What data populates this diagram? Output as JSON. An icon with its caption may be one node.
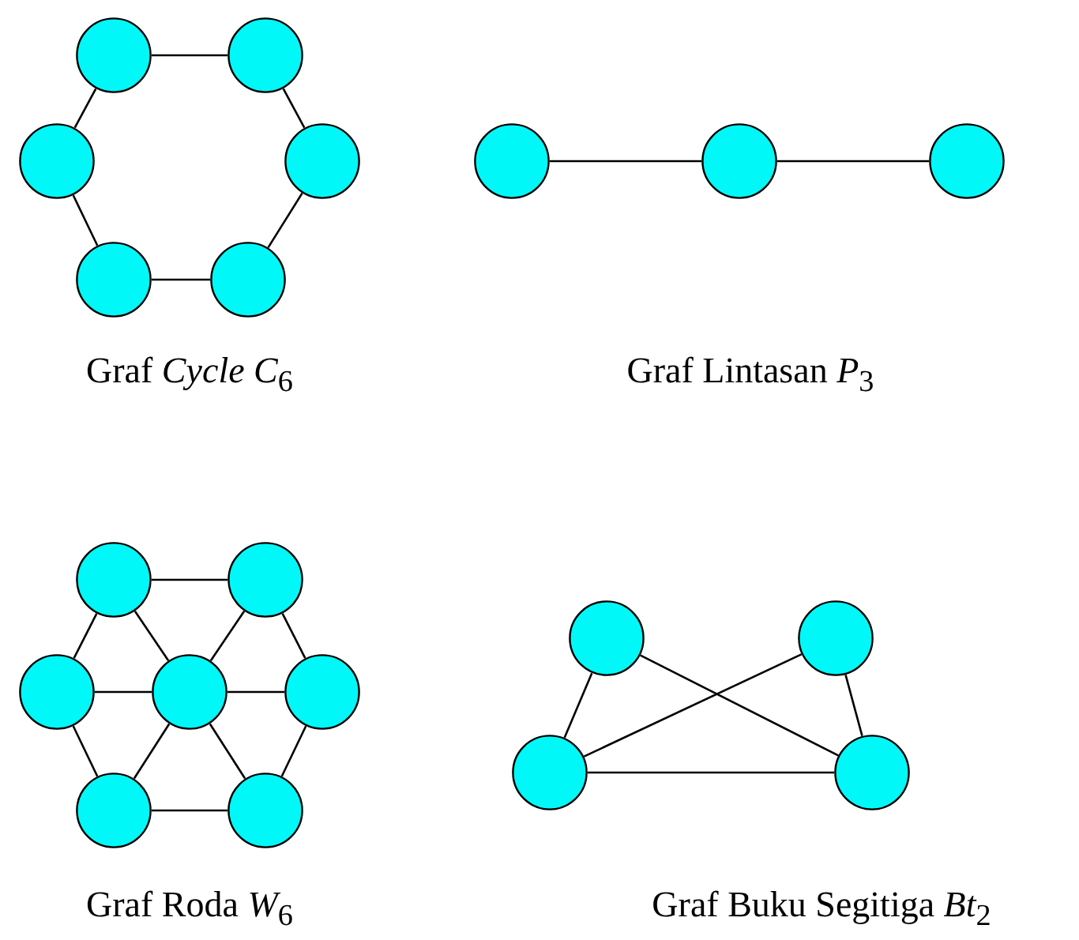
{
  "diagram": {
    "nodes": [
      {
        "text": [],
        "shape": "circle"
      },
      {
        "text": [],
        "shape": "circle"
      },
      {
        "text": [],
        "shape": "circle"
      },
      {
        "text": [],
        "shape": "circle"
      },
      {
        "text": [],
        "shape": "circle"
      },
      {
        "text": [],
        "shape": "circle"
      },
      {
        "text": [],
        "shape": "circle"
      },
      {
        "text": [],
        "shape": "circle"
      },
      {
        "text": [],
        "shape": "circle"
      },
      {
        "text": [],
        "shape": "circle"
      },
      {
        "text": [],
        "shape": "circle"
      },
      {
        "text": [],
        "shape": "circle"
      },
      {
        "text": [],
        "shape": "circle"
      },
      {
        "text": [],
        "shape": "circle"
      },
      {
        "text": [],
        "shape": "circle"
      },
      {
        "text": [],
        "shape": "circle"
      },
      {
        "text": [],
        "shape": "circle"
      },
      {
        "text": [],
        "shape": "circle"
      },
      {
        "text": [],
        "shape": "circle"
      },
      {
        "text": [],
        "shape": "circle"
      }
    ],
    "edges": [
      {
        "from": 0,
        "to": 1,
        "arrow": "none"
      },
      {
        "from": 1,
        "to": 3,
        "arrow": "none"
      },
      {
        "from": 3,
        "to": 5,
        "arrow": "none"
      },
      {
        "from": 5,
        "to": 4,
        "arrow": "none"
      },
      {
        "from": 4,
        "to": 2,
        "arrow": "none"
      },
      {
        "from": 2,
        "to": 0,
        "arrow": "none"
      },
      {
        "from": 6,
        "to": 7,
        "arrow": "none"
      },
      {
        "from": 7,
        "to": 8,
        "arrow": "none"
      },
      {
        "from": 9,
        "to": 10,
        "arrow": "none"
      },
      {
        "from": 10,
        "to": 13,
        "arrow": "none"
      },
      {
        "from": 13,
        "to": 15,
        "arrow": "none"
      },
      {
        "from": 15,
        "to": 14,
        "arrow": "none"
      },
      {
        "from": 14,
        "to": 11,
        "arrow": "none"
      },
      {
        "from": 11,
        "to": 9,
        "arrow": "none"
      },
      {
        "from": 12,
        "to": 9,
        "arrow": "none"
      },
      {
        "from": 12,
        "to": 10,
        "arrow": "none"
      },
      {
        "from": 12,
        "to": 11,
        "arrow": "none"
      },
      {
        "from": 12,
        "to": 13,
        "arrow": "none"
      },
      {
        "from": 12,
        "to": 14,
        "arrow": "none"
      },
      {
        "from": 12,
        "to": 15,
        "arrow": "none"
      },
      {
        "from": 16,
        "to": 18,
        "arrow": "none"
      },
      {
        "from": 16,
        "to": 19,
        "arrow": "none"
      },
      {
        "from": 17,
        "to": 18,
        "arrow": "none"
      },
      {
        "from": 17,
        "to": 19,
        "arrow": "none"
      },
      {
        "from": 18,
        "to": 19,
        "arrow": "none"
      }
    ],
    "labels": [
      "Graf *Cycle C*$_{6}$",
      "Graf Lintasan *P*$_{3}$",
      "Graf Roda *W*$_{6}$",
      "Graf Buku Segitiga *Bt*$_{2}$"
    ]
  }
}
